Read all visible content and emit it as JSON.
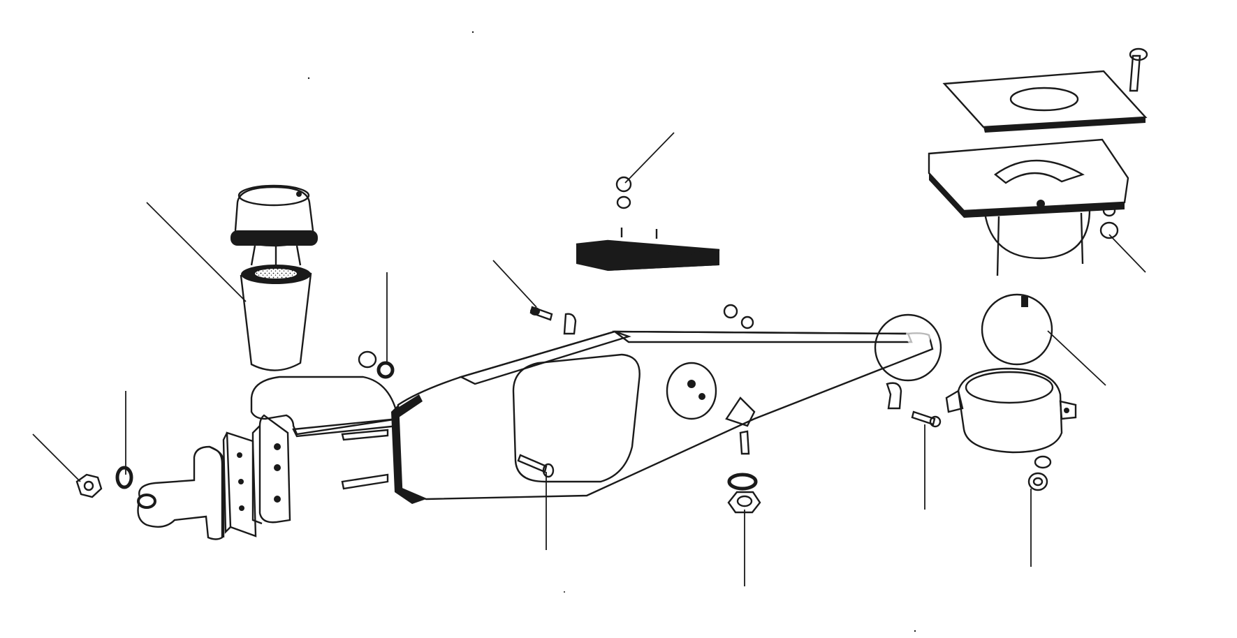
{
  "diagram": {
    "kind": "exploded-parts-view",
    "ink_color": "#1a1a1a",
    "background_color": "#ffffff",
    "parts": [
      "rubber-buffer-cap",
      "conical-bump-rubber",
      "bracket-plate",
      "mounting-stud",
      "spacer-plate",
      "pivot-bracket",
      "small-nut-left",
      "spring-washer-left",
      "nut-left",
      "washer-left",
      "trailing-arm",
      "rubber-mount-block",
      "mount-nut",
      "mount-washer",
      "bolt-upper-left",
      "lock-tab-left",
      "arm-nut",
      "arm-washer",
      "arm-bolt",
      "ball-joint-sphere",
      "lower-ball-housing",
      "upper-ball-housing",
      "top-cover-plate",
      "housing-bolt",
      "housing-nut",
      "lock-tab-right",
      "bolt-right",
      "nut-right",
      "washer-right"
    ]
  }
}
